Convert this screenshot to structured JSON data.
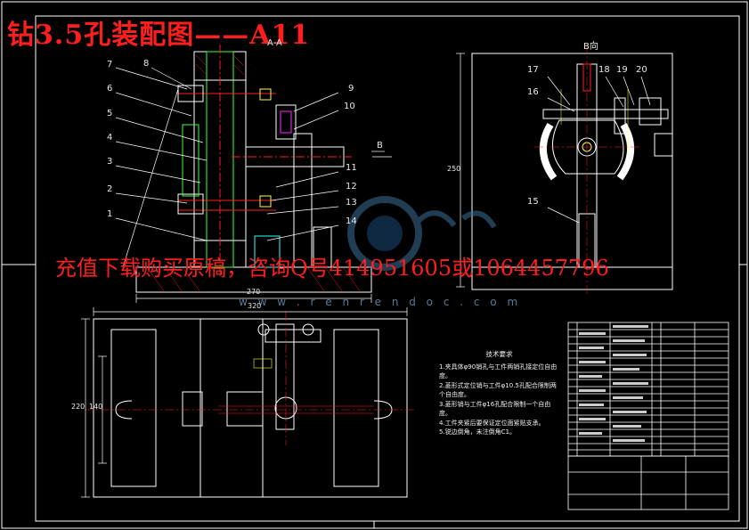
{
  "title": "钻3.5孔装配图——A11",
  "banner": "充值下载购买原稿，咨询Q号414951605或1064457796",
  "watermark_url": "w w w . r e n r e n d o c . c o m",
  "section_labels": {
    "a_a": "A-A",
    "b_view": "B向",
    "b_arrow": "B"
  },
  "part_numbers_left": [
    "7",
    "8",
    "6",
    "5",
    "4",
    "3",
    "2",
    "1",
    "9",
    "10",
    "11",
    "12",
    "13",
    "14"
  ],
  "part_numbers_right": [
    "17",
    "18",
    "19",
    "20",
    "16",
    "15"
  ],
  "dimensions": {
    "width_270": "270",
    "width_320": "320",
    "height_220": "220",
    "height_140": "140",
    "height_250": "250"
  },
  "technical_notes": {
    "title": "技术要求",
    "items": [
      "1.夹具体φ90销孔与工件两销孔接定位自由度。",
      "2.菱形式定位销与工件φ10.5孔配合限制两个自由度。",
      "3.菱形销与工件φ16孔配合限制一个自由度。",
      "4.工件夹紧后要保证定位面紧贴支承。",
      "5.锐边倒角，未注倒角C1。"
    ]
  },
  "colors": {
    "bg": "#000000",
    "line": "#ffffff",
    "red": "#ff1e1e",
    "green": "#3cff3c",
    "yellow": "#ffff28",
    "cyan": "#28ffff",
    "magenta": "#ff28ff"
  }
}
